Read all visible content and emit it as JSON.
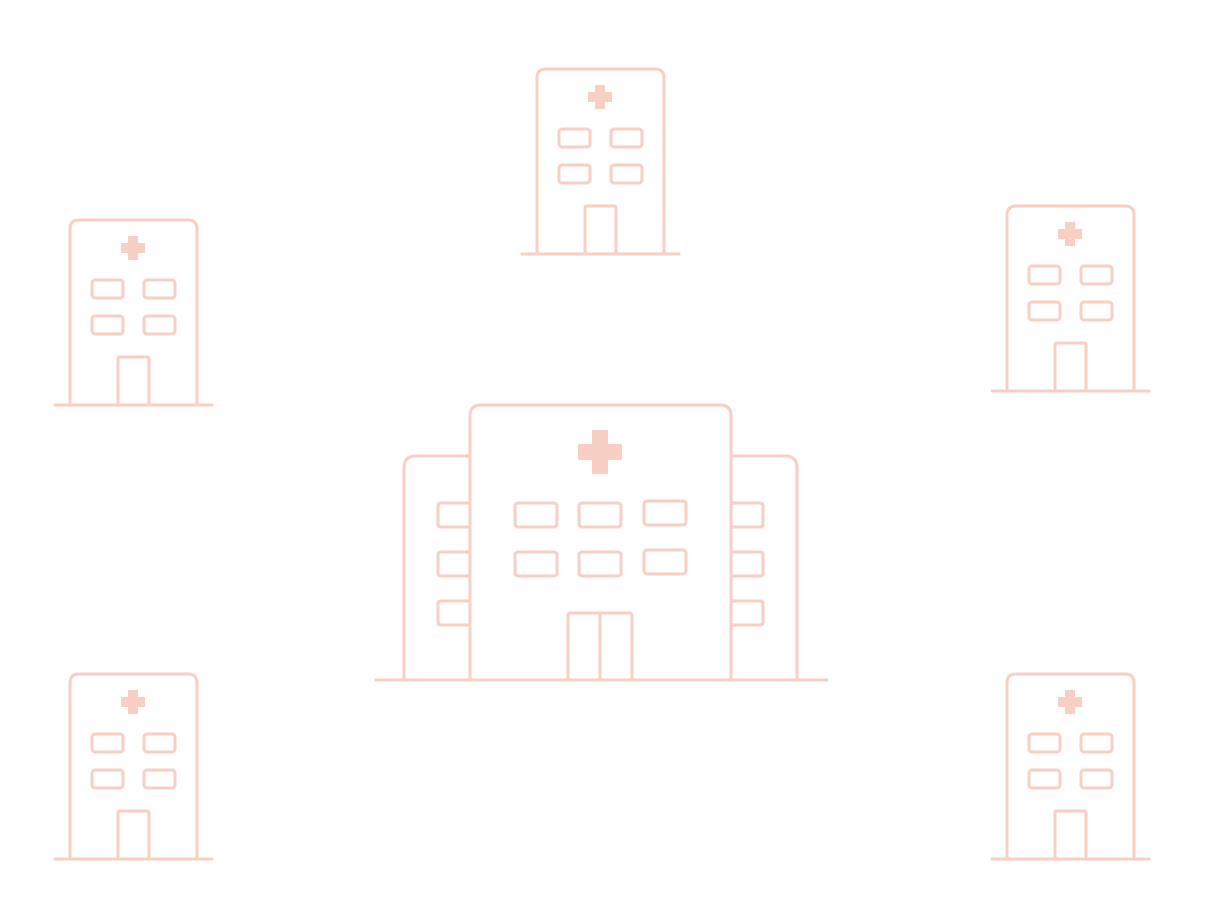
{
  "theme": {
    "line_color": "#F7CFC3",
    "background": "#FFFFFF"
  },
  "icons": [
    {
      "name": "hospital-icon-top-center",
      "type": "small-hospital"
    },
    {
      "name": "hospital-icon-left",
      "type": "small-hospital"
    },
    {
      "name": "hospital-icon-right",
      "type": "small-hospital"
    },
    {
      "name": "hospital-icon-center-large",
      "type": "large-hospital"
    },
    {
      "name": "hospital-icon-bottom-left",
      "type": "small-hospital"
    },
    {
      "name": "hospital-icon-bottom-right",
      "type": "small-hospital"
    }
  ]
}
